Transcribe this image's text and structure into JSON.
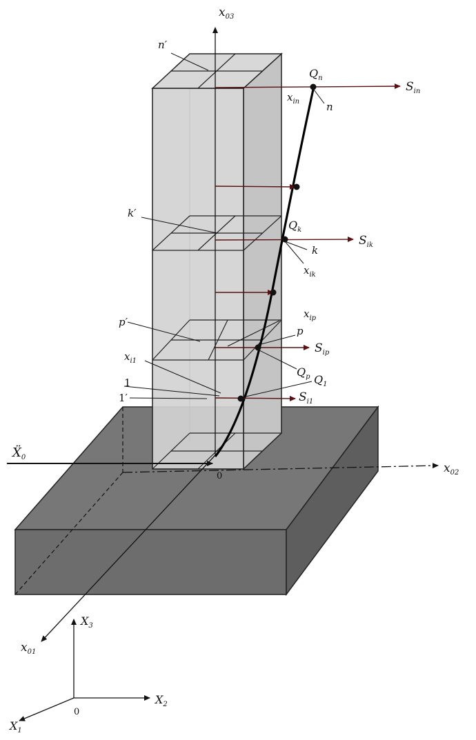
{
  "labels": {
    "x03": {
      "main": "x",
      "sub": "03"
    },
    "x02": {
      "main": "x",
      "sub": "02"
    },
    "x01": {
      "main": "x",
      "sub": "01"
    },
    "X3": {
      "main": "X",
      "sub": "3"
    },
    "X2": {
      "main": "X",
      "sub": "2"
    },
    "X1": {
      "main": "X",
      "sub": "1"
    },
    "origin_lower": "0",
    "origin_base": "0",
    "X0_accel": {
      "main": "Ẍ",
      "sub": "0"
    },
    "n_prime": "n′",
    "n": "n",
    "Qn": {
      "main": "Q",
      "sub": "n"
    },
    "xin": {
      "main": "x",
      "sub": "in"
    },
    "Sin": {
      "main": "S",
      "sub": "in"
    },
    "k_prime": "k′",
    "k": "k",
    "Qk": {
      "main": "Q",
      "sub": "k"
    },
    "xik": {
      "main": "x",
      "sub": "ik"
    },
    "Sik": {
      "main": "S",
      "sub": "ik"
    },
    "p_prime": "p′",
    "p": "p",
    "Qp": {
      "main": "Q",
      "sub": "p"
    },
    "xip": {
      "main": "x",
      "sub": "ip"
    },
    "Sip": {
      "main": "S",
      "sub": "ip"
    },
    "xi1": {
      "main": "x",
      "sub": "i1"
    },
    "one": "1",
    "one_prime": "1′",
    "Q1": {
      "main": "Q",
      "sub": "1"
    },
    "Si1": {
      "main": "S",
      "sub": "i1"
    }
  },
  "colors": {
    "tower_fill": "#cfcfcf",
    "base_top": "#7a7a7a",
    "base_front": "#6b6b6b",
    "force_arrow": "#5a1010",
    "line": "#111111"
  }
}
